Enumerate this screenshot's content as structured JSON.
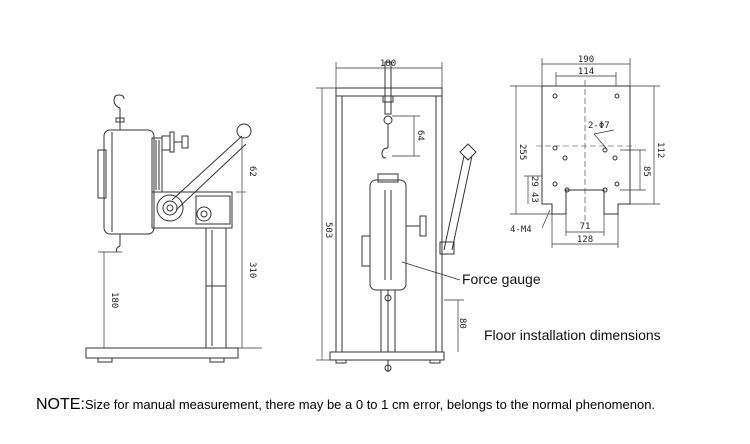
{
  "side_view": {
    "dim_upper": "62",
    "dim_column": "310",
    "dim_lower": "180"
  },
  "front_view": {
    "dim_width": "180",
    "dim_height": "503",
    "dim_hook": "64",
    "dim_base": "80"
  },
  "floor_plan": {
    "dim_outer_width": "190",
    "dim_inner_width": "114",
    "dim_outer_height": "255",
    "dim_right": "112",
    "dim_hole_spacing": "85",
    "dim_left_small": "29",
    "dim_left_tiny": "43",
    "dim_bottom_inner": "71",
    "dim_bottom_outer": "128",
    "hole_spec": "2-Φ7",
    "mount_spec": "4-M4"
  },
  "labels": {
    "force_gauge": "Force gauge",
    "floor_installation": "Floor installation dimensions"
  },
  "note": {
    "prefix": "NOTE:",
    "text": "Size for manual measurement, there may be a 0 to 1 cm error, belongs to the normal phenomenon."
  }
}
